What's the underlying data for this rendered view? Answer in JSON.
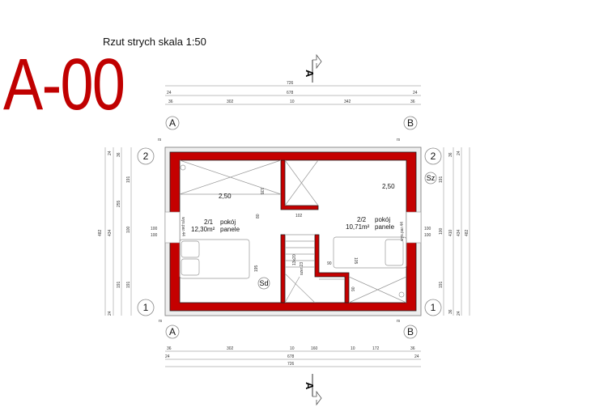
{
  "title": "Rzut strych skala 1:50",
  "sheet_code": "A-00",
  "colors": {
    "wall": "#c40000",
    "code": "#c00000"
  },
  "section_marker": "A",
  "axes": {
    "a": "A",
    "b": "B",
    "one": "1",
    "two": "2"
  },
  "tags": {
    "rs": "rs",
    "sd": "Sd",
    "sz": "Sz"
  },
  "top_dims": {
    "total": "726",
    "inner": "678",
    "w24": "24",
    "w36": "36",
    "d302": "302",
    "d10": "10",
    "d342": "342"
  },
  "bottom_dims": {
    "total": "726",
    "inner": "678",
    "w24": "24",
    "w36": "36",
    "d302": "302",
    "d10a": "10",
    "d160": "160",
    "d10b": "10",
    "d172": "172"
  },
  "left_dims": {
    "total": "482",
    "inner": "434",
    "d24": "24",
    "d36": "36",
    "d255": "255",
    "d191a": "191",
    "d100": "100",
    "d191b": "191",
    "win": "100",
    "win2": "100"
  },
  "right_dims": {
    "total": "482",
    "inner": "434",
    "d410": "410",
    "d24": "24",
    "d36": "36",
    "d191a": "191",
    "d100": "100",
    "d191b": "191",
    "win": "100",
    "win2": "100"
  },
  "rooms": [
    {
      "number": "2/1",
      "name": "pokój",
      "area": "12,30m²",
      "floor": "panele"
    },
    {
      "number": "2/2",
      "name": "pokój",
      "area": "10,71m²",
      "floor": "panele"
    }
  ],
  "levels": [
    "2,50",
    "2,50"
  ],
  "window_label": "wys.par.44",
  "interior_dims": {
    "d102": "102",
    "d135": "135",
    "d80": "80",
    "d195": "195",
    "d90a": "90",
    "d105": "105",
    "d90b": "90"
  },
  "stairs": {
    "steps": "13x20",
    "width": "szer.23"
  }
}
